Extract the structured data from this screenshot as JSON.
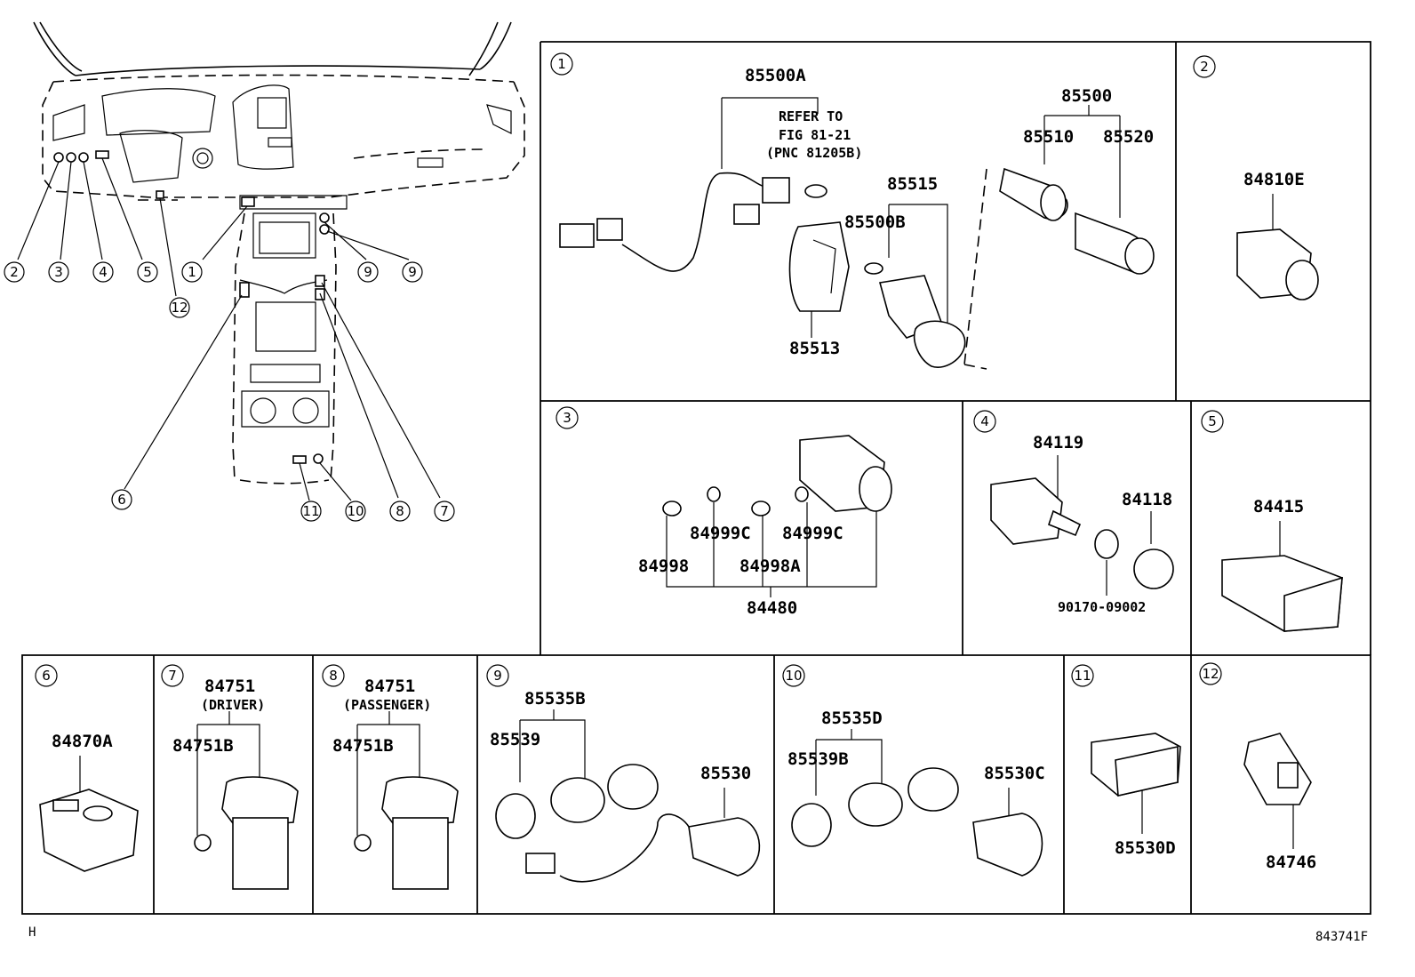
{
  "overview": {
    "callouts": [
      "2",
      "3",
      "4",
      "5",
      "1",
      "12",
      "9",
      "9",
      "6",
      "11",
      "10",
      "8",
      "7"
    ]
  },
  "panels": [
    {
      "id": "1",
      "labels": [
        "85500A",
        "REFER TO",
        "FIG 81-21",
        "(PNC 81205B)",
        "85515",
        "85500B",
        "85513",
        "85500",
        "85510",
        "85520"
      ]
    },
    {
      "id": "2",
      "labels": [
        "84810E"
      ]
    },
    {
      "id": "3",
      "labels": [
        "84999C",
        "84999C",
        "84998",
        "84998A",
        "84480"
      ]
    },
    {
      "id": "4",
      "labels": [
        "84119",
        "84118",
        "90170-09002"
      ]
    },
    {
      "id": "5",
      "labels": [
        "84415"
      ]
    },
    {
      "id": "6",
      "labels": [
        "84870A"
      ]
    },
    {
      "id": "7",
      "labels": [
        "84751",
        "(DRIVER)",
        "84751B"
      ]
    },
    {
      "id": "8",
      "labels": [
        "84751",
        "(PASSENGER)",
        "84751B"
      ]
    },
    {
      "id": "9",
      "labels": [
        "85535B",
        "85539",
        "85530"
      ]
    },
    {
      "id": "10",
      "labels": [
        "85535D",
        "85539B",
        "85530C"
      ]
    },
    {
      "id": "11",
      "labels": [
        "85530D"
      ]
    },
    {
      "id": "12",
      "labels": [
        "84746"
      ]
    }
  ],
  "footer": {
    "left": "H",
    "right": "843741F"
  }
}
